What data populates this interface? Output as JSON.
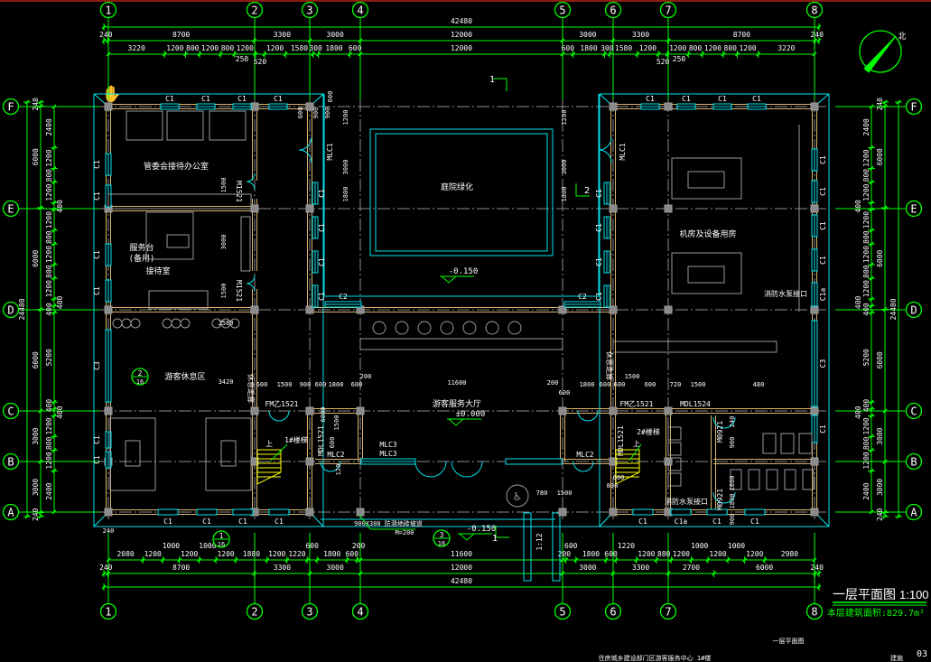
{
  "axes": {
    "columns": [
      "1",
      "2",
      "3",
      "4",
      "5",
      "6",
      "7",
      "8"
    ],
    "rows": [
      "F",
      "E",
      "D",
      "C",
      "B",
      "A"
    ]
  },
  "dims": {
    "top_total": [
      "42480"
    ],
    "top_main": [
      "240",
      "8700",
      "3300",
      "3000",
      "12000",
      "3000",
      "3300",
      "8700",
      "240"
    ],
    "top_detail_left": [
      "3220",
      "1200",
      "800",
      "1200",
      "800",
      "1200",
      "520",
      "1200",
      "1580",
      "300",
      "1800",
      "600"
    ],
    "top_detail_mid": [
      "12000"
    ],
    "top_detail_right": [
      "600",
      "1800",
      "300",
      "1580",
      "1200",
      "520",
      "1200",
      "800",
      "1200",
      "800",
      "1200",
      "3220"
    ],
    "top_detail_notes": [
      "250",
      "250"
    ],
    "bottom_detail_left": [
      "2080",
      "1200",
      "1000",
      "1200",
      "1000",
      "1200",
      "1880",
      "1200",
      "1220",
      "600",
      "1800",
      "600",
      "200"
    ],
    "bottom_detail_mid": [
      "11600"
    ],
    "bottom_detail_right": [
      "200",
      "600",
      "1800",
      "600",
      "1220",
      "1200",
      "880",
      "1200",
      "1000",
      "1200",
      "1000",
      "1200",
      "2980"
    ],
    "bottom_main": [
      "240",
      "8700",
      "3300",
      "3000",
      "12000",
      "3000",
      "3300",
      "2700",
      "6000",
      "240"
    ],
    "bottom_total": [
      "42480"
    ],
    "left_total": [
      "24480"
    ],
    "left_main": [
      "240",
      "6000",
      "6000",
      "6000",
      "3000",
      "3000",
      "240"
    ],
    "left_detail": [
      "2400",
      "1200",
      "800",
      "1200",
      "400",
      "1200",
      "800",
      "1200",
      "800",
      "1200",
      "400",
      "400",
      "5200",
      "400",
      "400",
      "1200",
      "800",
      "1200",
      "2400"
    ],
    "right_total": [
      "24480"
    ],
    "right_main": [
      "240",
      "6000",
      "6000",
      "6000",
      "3000",
      "3000",
      "240"
    ],
    "right_detail": [
      "2400",
      "1200",
      "800",
      "1200",
      "400",
      "1200",
      "800",
      "1200",
      "800",
      "1200",
      "400",
      "400",
      "5200",
      "400",
      "400",
      "1200",
      "800",
      "1200",
      "2400"
    ],
    "inner": [
      "1500",
      "3000",
      "1500",
      "600",
      "900",
      "1200",
      "3000",
      "1800",
      "900",
      "600",
      "1200",
      "3000",
      "1800",
      "2580",
      "3420",
      "600",
      "1500",
      "900",
      "600",
      "1800",
      "600",
      "200",
      "11600",
      "200",
      "600",
      "1800",
      "600",
      "600",
      "1500",
      "600",
      "720",
      "1500",
      "480",
      "6000",
      "600",
      "1500",
      "120",
      "780",
      "1500",
      "240",
      "900",
      "1800",
      "1800",
      "900",
      "240",
      "800",
      "600",
      "120"
    ]
  },
  "rooms": {
    "office": "管委会接待办公室",
    "reception": "接待室",
    "lounge": "游客休息区",
    "courtyard": "庭院绿化",
    "equipment": "机房及设备用房",
    "hall": "游客服务大厅",
    "stair1": "1#楼梯",
    "stair2": "2#楼梯",
    "fire_inlet": "消防水泵接口",
    "fire_inlet2": "消防水泵接口",
    "counter": "服务台",
    "counter2": "(备用)",
    "corridor1": "休息走廊",
    "corridor2": "休息走廊",
    "ramp_note": "900X300 防滑地砖坡道",
    "ramp_note2": "M=200",
    "up1": "上",
    "up2": "上"
  },
  "openings": {
    "window_c1": "C1",
    "window_c1a": "C1a",
    "window_c2": "C2",
    "window_c3": "C3",
    "door_m1521": "M1521",
    "door_mlc1": "MLC1",
    "door_fm1521": "FM乙1521",
    "door_mdl1521": "MDL1521",
    "door_mlc2": "MLC2",
    "door_mlc3": "MLC3",
    "door_mdl1524": "MDL1524",
    "door_m0921": "M0921"
  },
  "levels": {
    "courtyard": "-0.150",
    "hall": "±0.000",
    "outside": "-0.150"
  },
  "marks": {
    "section1": "1",
    "section2": "2",
    "detail1_num": "1",
    "detail1_sheet": "16",
    "detail2_num": "2",
    "detail2_sheet": "16",
    "detail3_num": "3",
    "detail3_sheet": "16",
    "ramp_slope": "1:12",
    "north": "北"
  },
  "title": {
    "name": "一层平面图",
    "scale": "1:100",
    "area": "本层建筑面积:829.7m²",
    "small_title": "一层平面图",
    "project": "住房城乡建设部门区游客服务中心 1#楼",
    "sheet_label": "建施",
    "sheet_no": "03"
  },
  "colors": {
    "background": "#000000",
    "dimension": "#00ff00",
    "wall": "#d9b46a",
    "window": "#00e5ee",
    "axis_line": "#8c8c8c",
    "text": "#ffffff",
    "stair": "#ffff00"
  }
}
